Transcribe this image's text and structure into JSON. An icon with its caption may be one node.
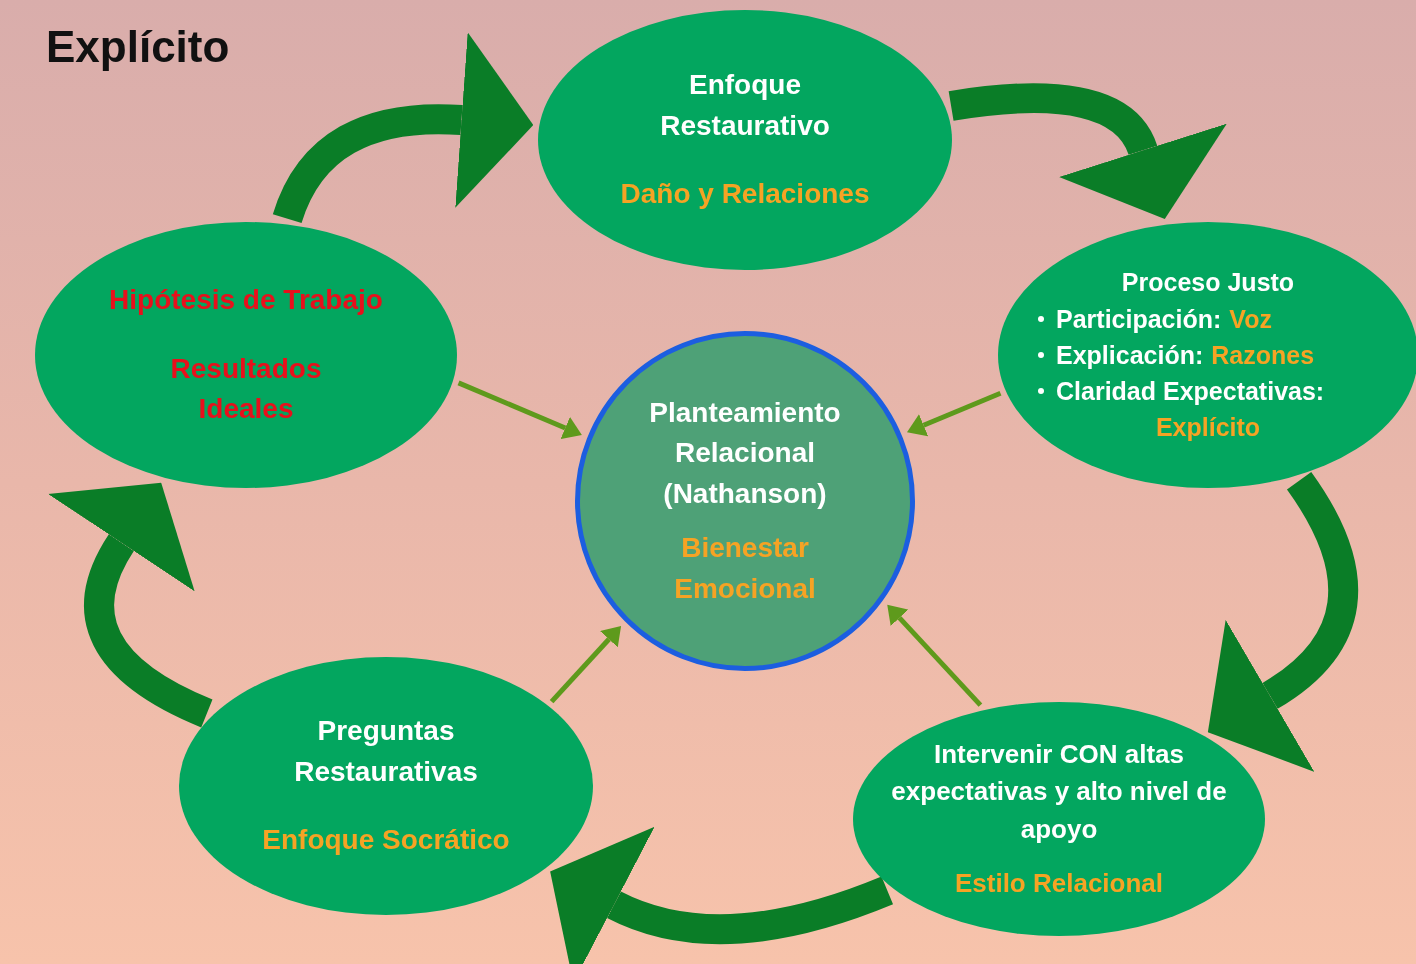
{
  "diagram": {
    "title": "Explícito",
    "nodes": [
      {
        "text": [
          "Enfoque Restaurativo",
          "Daño y Relaciones"
        ]
      },
      {
        "text": [
          "Proceso Justo",
          "Participación:",
          "Voz",
          "Explicación:",
          "Razones",
          "Claridad Expectativas:",
          "Explícito"
        ]
      },
      {
        "text": [
          "Intervenir CON altas expectativas y alto nivel de apoyo",
          "Estilo Relacional"
        ]
      },
      {
        "text": [
          "Preguntas Restaurativas",
          "Enfoque Socrático"
        ]
      },
      {
        "text": [
          "Hipótesis de Trabajo",
          "Resultados Ideales"
        ]
      },
      {
        "text": [
          "Planteamiento Relacional (Nathanson)",
          "Bienestar Emocional"
        ]
      }
    ],
    "edges": [
      {
        "from": 4,
        "to": 0,
        "arrow": "to"
      },
      {
        "from": 0,
        "to": 1,
        "arrow": "to"
      },
      {
        "from": 1,
        "to": 2,
        "arrow": "to"
      },
      {
        "from": 2,
        "to": 3,
        "arrow": "to"
      },
      {
        "from": 3,
        "to": 4,
        "arrow": "to"
      },
      {
        "from": 4,
        "to": 5,
        "arrow": "to",
        "color": "#5e9a1c"
      },
      {
        "from": 1,
        "to": 5,
        "arrow": "to",
        "color": "#5e9a1c"
      },
      {
        "from": 2,
        "to": 5,
        "arrow": "to",
        "color": "#5e9a1c"
      },
      {
        "from": 3,
        "to": 5,
        "arrow": "to",
        "color": "#5e9a1c"
      }
    ]
  }
}
